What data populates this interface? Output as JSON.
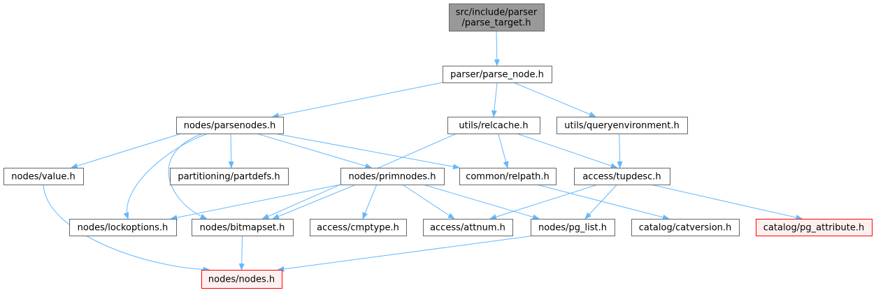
{
  "diagram": {
    "colors": {
      "edge": "#63b8ff",
      "node_border": "#666666",
      "node_fill": "#ffffff",
      "root_fill": "#999999",
      "root_border": "#666666",
      "missing_fill": "#fff0f0",
      "missing_border": "#ff0000"
    },
    "nodes": [
      {
        "id": "root",
        "lines": [
          "src/include/parser",
          "/parse_target.h"
        ],
        "style": "root"
      },
      {
        "id": "parse_node",
        "lines": [
          "parser/parse_node.h"
        ],
        "style": "normal"
      },
      {
        "id": "parsenodes",
        "lines": [
          "nodes/parsenodes.h"
        ],
        "style": "normal"
      },
      {
        "id": "relcache",
        "lines": [
          "utils/relcache.h"
        ],
        "style": "normal"
      },
      {
        "id": "queryenv",
        "lines": [
          "utils/queryenvironment.h"
        ],
        "style": "normal"
      },
      {
        "id": "value",
        "lines": [
          "nodes/value.h"
        ],
        "style": "normal"
      },
      {
        "id": "partdefs",
        "lines": [
          "partitioning/partdefs.h"
        ],
        "style": "normal"
      },
      {
        "id": "primnodes",
        "lines": [
          "nodes/primnodes.h"
        ],
        "style": "normal"
      },
      {
        "id": "relpath",
        "lines": [
          "common/relpath.h"
        ],
        "style": "normal"
      },
      {
        "id": "tupdesc",
        "lines": [
          "access/tupdesc.h"
        ],
        "style": "normal"
      },
      {
        "id": "lockoptions",
        "lines": [
          "nodes/lockoptions.h"
        ],
        "style": "normal"
      },
      {
        "id": "bitmapset",
        "lines": [
          "nodes/bitmapset.h"
        ],
        "style": "normal"
      },
      {
        "id": "cmptype",
        "lines": [
          "access/cmptype.h"
        ],
        "style": "normal"
      },
      {
        "id": "attnum",
        "lines": [
          "access/attnum.h"
        ],
        "style": "normal"
      },
      {
        "id": "pg_list",
        "lines": [
          "nodes/pg_list.h"
        ],
        "style": "normal"
      },
      {
        "id": "catversion",
        "lines": [
          "catalog/catversion.h"
        ],
        "style": "normal"
      },
      {
        "id": "pg_attribute",
        "lines": [
          "catalog/pg_attribute.h"
        ],
        "style": "missing"
      },
      {
        "id": "nodes",
        "lines": [
          "nodes/nodes.h"
        ],
        "style": "missing"
      }
    ],
    "edges": [
      {
        "from": "root",
        "to": "parse_node"
      },
      {
        "from": "parse_node",
        "to": "parsenodes"
      },
      {
        "from": "parse_node",
        "to": "relcache"
      },
      {
        "from": "parse_node",
        "to": "queryenv"
      },
      {
        "from": "parsenodes",
        "to": "value"
      },
      {
        "from": "parsenodes",
        "to": "partdefs"
      },
      {
        "from": "parsenodes",
        "to": "primnodes"
      },
      {
        "from": "parsenodes",
        "to": "relpath"
      },
      {
        "from": "parsenodes",
        "to": "lockoptions"
      },
      {
        "from": "parsenodes",
        "to": "bitmapset"
      },
      {
        "from": "relcache",
        "to": "relpath"
      },
      {
        "from": "relcache",
        "to": "tupdesc"
      },
      {
        "from": "relcache",
        "to": "bitmapset"
      },
      {
        "from": "queryenv",
        "to": "tupdesc"
      },
      {
        "from": "value",
        "to": "nodes"
      },
      {
        "from": "primnodes",
        "to": "lockoptions"
      },
      {
        "from": "primnodes",
        "to": "bitmapset"
      },
      {
        "from": "primnodes",
        "to": "cmptype"
      },
      {
        "from": "primnodes",
        "to": "attnum"
      },
      {
        "from": "primnodes",
        "to": "pg_list"
      },
      {
        "from": "relpath",
        "to": "catversion"
      },
      {
        "from": "tupdesc",
        "to": "attnum"
      },
      {
        "from": "tupdesc",
        "to": "pg_list"
      },
      {
        "from": "tupdesc",
        "to": "pg_attribute"
      },
      {
        "from": "bitmapset",
        "to": "nodes"
      },
      {
        "from": "pg_list",
        "to": "nodes"
      }
    ]
  }
}
